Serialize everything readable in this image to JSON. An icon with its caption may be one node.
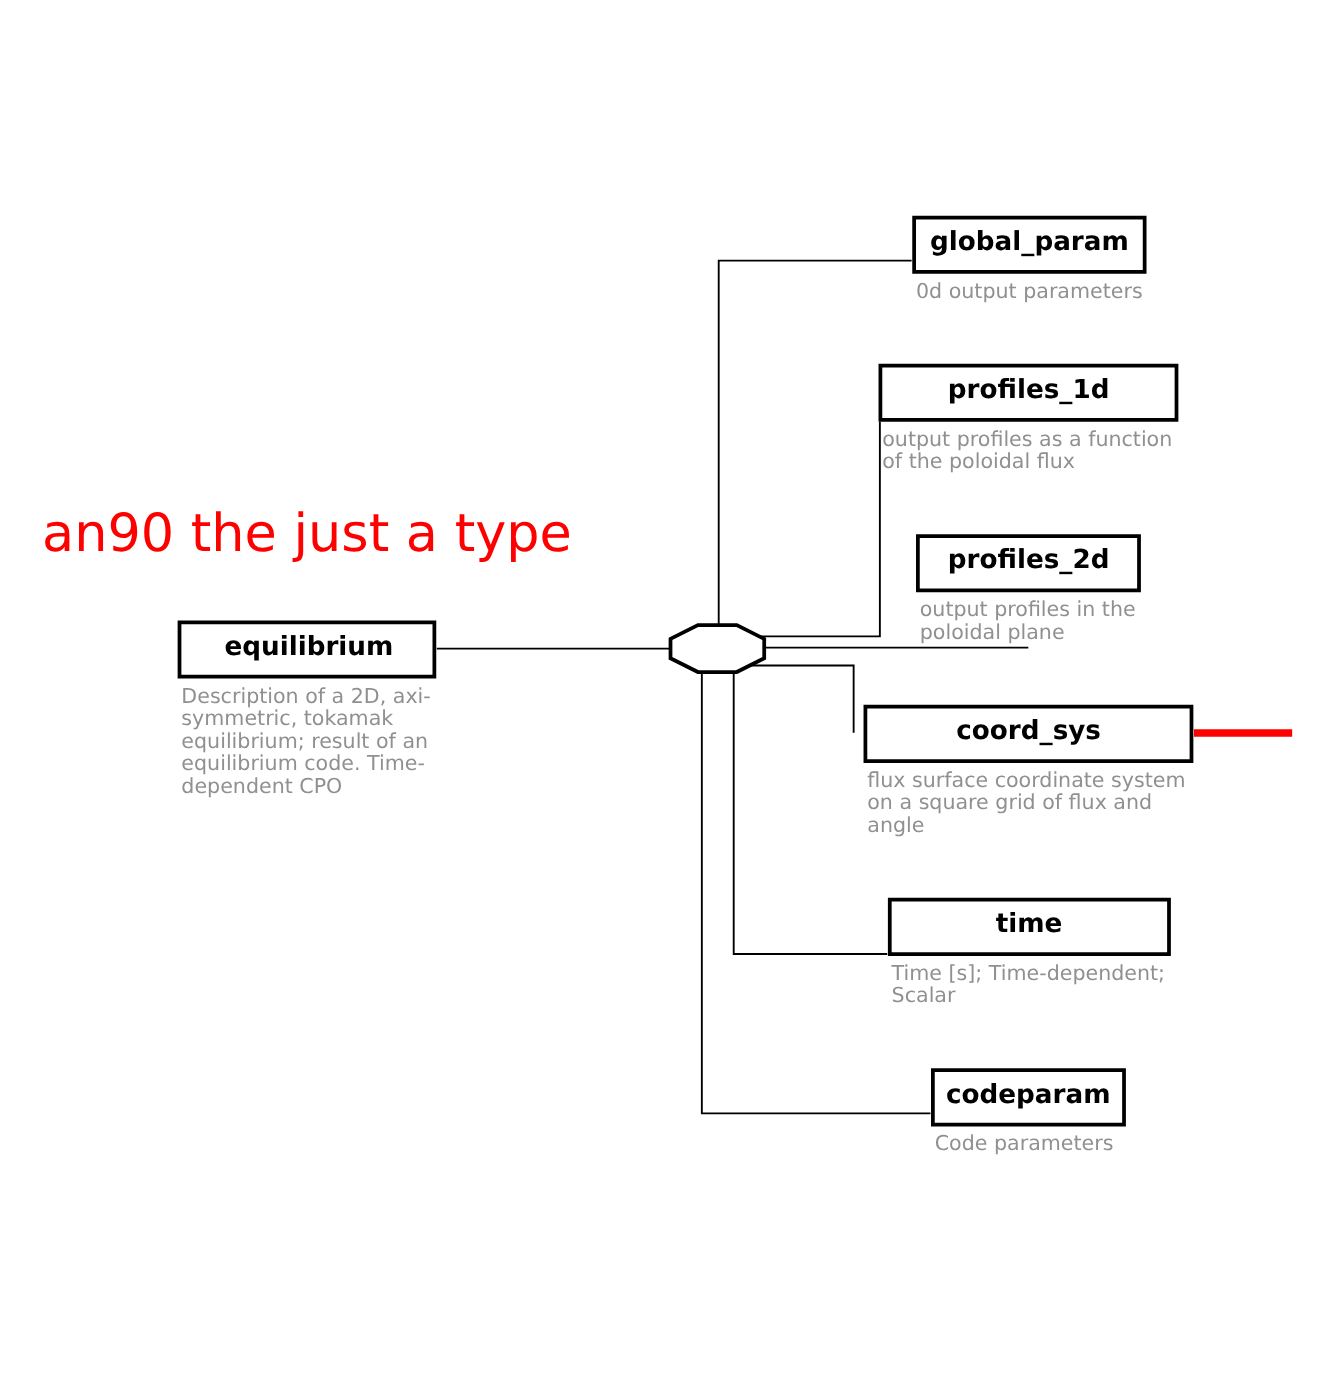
{
  "diagram": {
    "nodes": [
      {
        "text": [
          "equilibrium"
        ],
        "beside": [
          "Description of a 2D, axi-symmetric, tokamak equilibrium; result of an equilibrium code. Time-dependent CPO"
        ]
      },
      {
        "text": [],
        "shape": "octagon"
      },
      {
        "text": [
          "global_param"
        ],
        "beside": [
          "0d output parameters"
        ]
      },
      {
        "text": [
          "profiles_1d"
        ],
        "beside": [
          "output profiles as a function of the poloidal flux"
        ]
      },
      {
        "text": [
          "profiles_2d"
        ],
        "beside": [
          "output profiles in the poloidal plane"
        ]
      },
      {
        "text": [
          "coord_sys"
        ],
        "beside": [
          "flux surface coordinate system on a square grid of flux and angle"
        ]
      },
      {
        "text": [
          "time"
        ],
        "beside": [
          "Time [s]; Time-dependent; Scalar"
        ]
      },
      {
        "text": [
          "codeparam"
        ],
        "beside": [
          "Code parameters"
        ]
      }
    ],
    "edges": [
      {
        "from": 0,
        "to": 1,
        "arrow": "none"
      },
      {
        "from": 1,
        "to": 2,
        "arrow": "none"
      },
      {
        "from": 1,
        "to": 3,
        "arrow": "none"
      },
      {
        "from": 1,
        "to": 4,
        "arrow": "none"
      },
      {
        "from": 1,
        "to": 5,
        "arrow": "none"
      },
      {
        "from": 1,
        "to": 6,
        "arrow": "none"
      },
      {
        "from": 1,
        "to": 7,
        "arrow": "none"
      },
      {
        "from": null,
        "to": 5,
        "arrow": "none",
        "style": "thick",
        "color": "#ff0000"
      }
    ],
    "labels": [
      "an90 the just a type"
    ]
  }
}
